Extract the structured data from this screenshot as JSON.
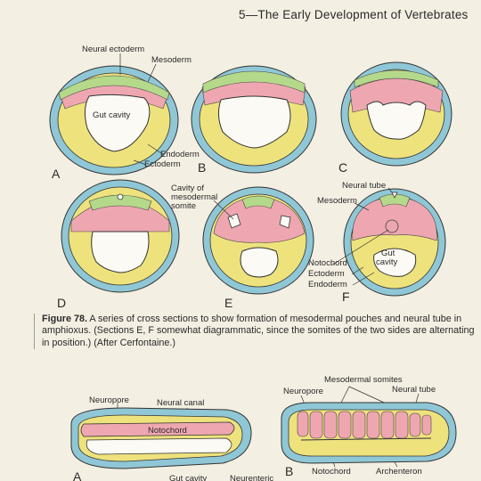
{
  "header": "5—The Early Development of Vertebrates",
  "labels": {
    "neural_ectoderm": "Neural ectoderm",
    "mesoderm_a": "Mesoderm",
    "gut_cavity_a": "Gut cavity",
    "endoderm_a": "Endoderm",
    "ectoderm_a": "Ectoderm",
    "cavity_of_somite": "Cavity of mesodermal somite",
    "cavity_line1": "Cavity of",
    "cavity_line2": "mesodermal",
    "cavity_line3": "somite",
    "neural_tube_f": "Neural tube",
    "mesoderm_f": "Mesoderm",
    "gut_line1": "Gut",
    "gut_line2": "cavity",
    "notochord_f": "Notochord",
    "ectoderm_f": "Ectoderm",
    "endoderm_f": "Endoderm",
    "neuropore_a2": "Neuropore",
    "neural_canal": "Neural canal",
    "notochord_a2": "Notochord",
    "gut_cavity_a2": "Gut cavity",
    "neurenteric": "Neurenteric",
    "mesodermal_somites": "Mesodermal somites",
    "neuropore_b2": "Neuropore",
    "neural_tube_b2": "Neural tube",
    "notochord_b2": "Notochord",
    "archenteron": "Archenteron"
  },
  "panels": [
    "A",
    "B",
    "C",
    "D",
    "E",
    "F",
    "A",
    "B"
  ],
  "caption": {
    "figure_label": "Figure 78.",
    "text": "A series of cross sections to show formation of mesodermal pouches and neural tube in amphioxus. (Sections E, F somewhat diagrammatic, since the somites of the two sides are alternating in position.) (After Cerfontaine.)"
  },
  "colors": {
    "ectoderm_blue": "#8fc7d6",
    "neural_green": "#b5d98a",
    "mesoderm_pink": "#eea7b0",
    "endoderm_yellow": "#eee27d",
    "page": "#f3efe2"
  }
}
